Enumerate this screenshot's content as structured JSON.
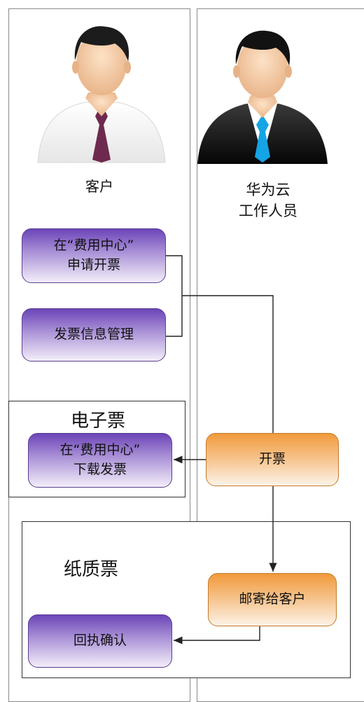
{
  "lanes": {
    "customer": {
      "title": "客户"
    },
    "staff": {
      "title": "华为云\n工作人员"
    }
  },
  "steps": {
    "apply_invoice": "在“费用中心”\n申请开票",
    "invoice_info": "发票信息管理",
    "issue_invoice": "开票",
    "download_invoice": "在“费用中心”\n下载发票",
    "mail_to_customer": "邮寄给客户",
    "confirm_receipt": "回执确认"
  },
  "groups": {
    "electronic": "电子票",
    "paper": "纸质票"
  },
  "colors": {
    "customer_step": "#7a55c0",
    "staff_step": "#f19a3c"
  },
  "icons": {
    "customer": "person-white-shirt-icon",
    "staff": "person-black-suit-icon"
  }
}
